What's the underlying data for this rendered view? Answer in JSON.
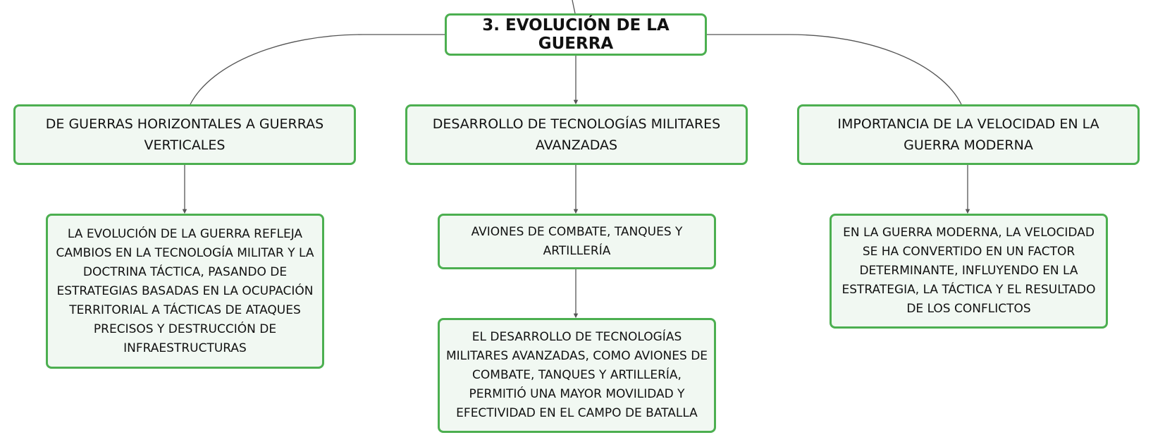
{
  "root": {
    "label": "3. EVOLUCIÓN DE LA GUERRA"
  },
  "branches": [
    {
      "label": "DE GUERRAS HORIZONTALES A GUERRAS VERTICALES"
    },
    {
      "label": "DESARROLLO DE TECNOLOGÍAS MILITARES AVANZADAS"
    },
    {
      "label": "IMPORTANCIA DE LA VELOCIDAD EN LA GUERRA MODERNA"
    }
  ],
  "leaves": [
    {
      "label": "LA EVOLUCIÓN DE LA GUERRA REFLEJA CAMBIOS EN LA TECNOLOGÍA MILITAR Y LA DOCTRINA TÁCTICA, PASANDO DE ESTRATEGIAS BASADAS EN LA OCUPACIÓN TERRITORIAL A TÁCTICAS DE ATAQUES PRECISOS Y DESTRUCCIÓN DE INFRAESTRUCTURAS"
    },
    {
      "label": "AVIONES DE COMBATE, TANQUES Y ARTILLERÍA"
    },
    {
      "label": "EL DESARROLLO DE TECNOLOGÍAS MILITARES AVANZADAS, COMO AVIONES DE COMBATE, TANQUES Y ARTILLERÍA, PERMITIÓ UNA MAYOR MOVILIDAD Y EFECTIVIDAD EN EL CAMPO DE BATALLA"
    },
    {
      "label": "EN LA GUERRA MODERNA, LA VELOCIDAD SE HA CONVERTIDO EN UN FACTOR DETERMINANTE, INFLUYENDO EN LA ESTRATEGIA, LA TÁCTICA Y EL RESULTADO DE LOS CONFLICTOS"
    }
  ],
  "colors": {
    "node_border": "#4caf50",
    "node_fill": "#f1f8f2",
    "connector": "#555555"
  }
}
